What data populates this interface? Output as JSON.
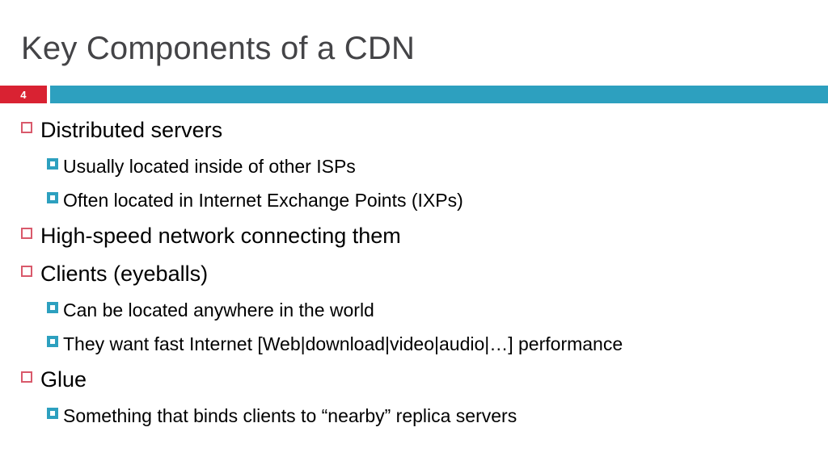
{
  "slide": {
    "title": "Key Components of a CDN",
    "number_badge": "4",
    "colors": {
      "accent_teal": "#2da0bf",
      "badge_red": "#d92232",
      "marker_level1_red": "#d9596b",
      "title_gray": "#444447",
      "body_black": "#000000",
      "background": "#ffffff"
    },
    "bullets": [
      {
        "level": 1,
        "text": "Distributed servers"
      },
      {
        "level": 2,
        "text": "Usually located inside of other ISPs"
      },
      {
        "level": 2,
        "text": "Often located in Internet Exchange Points (IXPs)"
      },
      {
        "level": 1,
        "text": "High-speed network connecting them"
      },
      {
        "level": 1,
        "text": "Clients (eyeballs)"
      },
      {
        "level": 2,
        "text": "Can be located anywhere in the world"
      },
      {
        "level": 2,
        "text": "They want fast Internet [Web|download|video|audio|…] performance"
      },
      {
        "level": 1,
        "text": "Glue"
      },
      {
        "level": 2,
        "text": "Something that binds clients to “nearby” replica servers"
      }
    ]
  }
}
